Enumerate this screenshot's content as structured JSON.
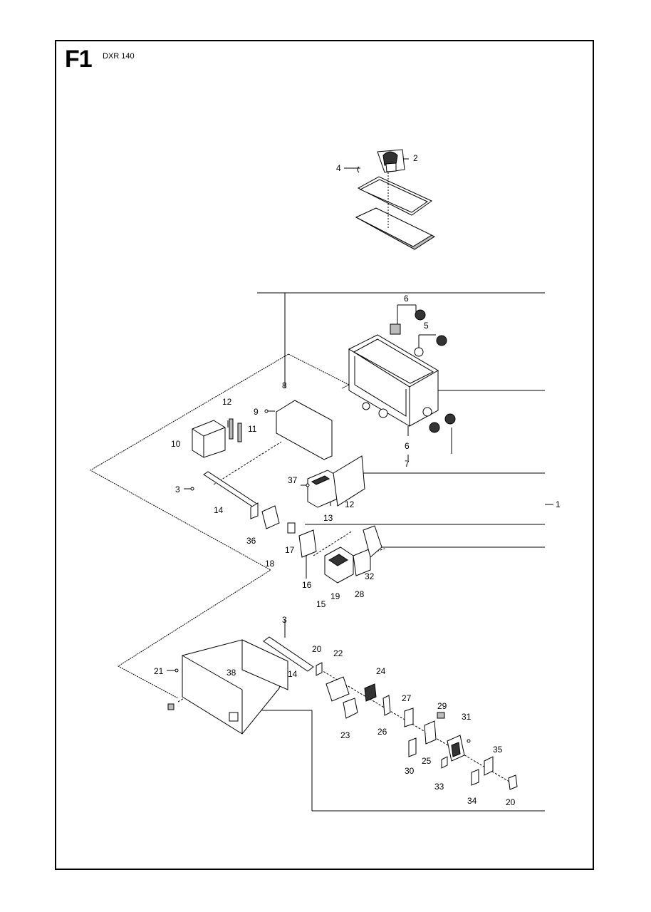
{
  "header": {
    "section_code": "F1",
    "model": "DXR 140"
  },
  "callouts": {
    "c1": "1",
    "c2": "2",
    "c3a": "3",
    "c3b": "3",
    "c4": "4",
    "c5": "5",
    "c6a": "6",
    "c6b": "6",
    "c7": "7",
    "c8": "8",
    "c9": "9",
    "c10": "10",
    "c11": "11",
    "c12a": "12",
    "c12b": "12",
    "c13": "13",
    "c14a": "14",
    "c14b": "14",
    "c15": "15",
    "c16": "16",
    "c17": "17",
    "c18": "18",
    "c19": "19",
    "c20a": "20",
    "c20b": "20",
    "c21": "21",
    "c22": "22",
    "c23": "23",
    "c24": "24",
    "c25": "25",
    "c26": "26",
    "c27": "27",
    "c28": "28",
    "c29": "29",
    "c30": "30",
    "c31": "31",
    "c32": "32",
    "c33": "33",
    "c34": "34",
    "c35": "35",
    "c36": "36",
    "c37": "37",
    "c38": "38"
  }
}
